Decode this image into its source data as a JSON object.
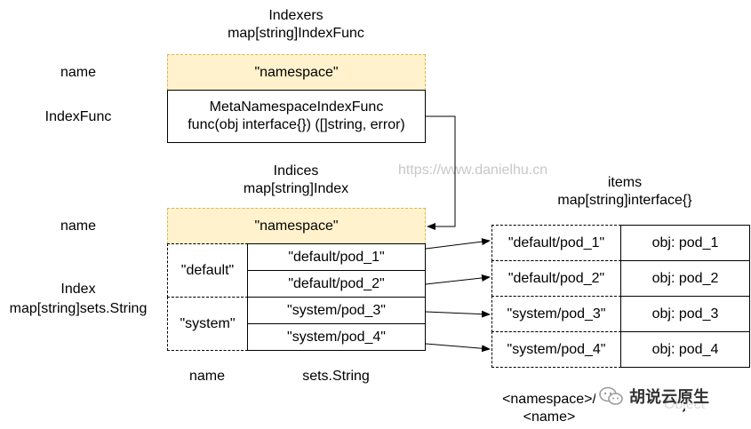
{
  "indexers": {
    "title": "Indexers",
    "type": "map[string]IndexFunc",
    "name_label": "name",
    "indexfunc_label": "IndexFunc",
    "name_value": "\"namespace\"",
    "func_name": "MetaNamespaceIndexFunc",
    "func_sig": "func(obj interface{}) ([]string, error)"
  },
  "indices": {
    "title": "Indices",
    "type": "map[string]Index",
    "name_label": "name",
    "index_label": "Index",
    "index_type": "map[string]sets.String",
    "name_value": "\"namespace\"",
    "groups": [
      {
        "key": "\"default\"",
        "values": [
          "\"default/pod_1\"",
          "\"default/pod_2\""
        ]
      },
      {
        "key": "\"system\"",
        "values": [
          "\"system/pod_3\"",
          "\"system/pod_4\""
        ]
      }
    ],
    "footer_name": "name",
    "footer_sets": "sets.String"
  },
  "items": {
    "title": "items",
    "type": "map[string]interface{}",
    "rows": [
      {
        "key": "\"default/pod_1\"",
        "value": "obj: pod_1"
      },
      {
        "key": "\"default/pod_2\"",
        "value": "obj: pod_2"
      },
      {
        "key": "\"system/pod_3\"",
        "value": "obj: pod_3"
      },
      {
        "key": "\"system/pod_4\"",
        "value": "obj: pod_4"
      }
    ],
    "footer_key_line1": "<namespace>/",
    "footer_key_line2": "<name>",
    "footer_value": "Object"
  },
  "watermark": "https://www.danielhu.cn",
  "brand": "胡说云原生",
  "colors": {
    "name_fill": "#fff2cc",
    "name_border": "#d6b656",
    "watermark": "#c8c8c8"
  }
}
